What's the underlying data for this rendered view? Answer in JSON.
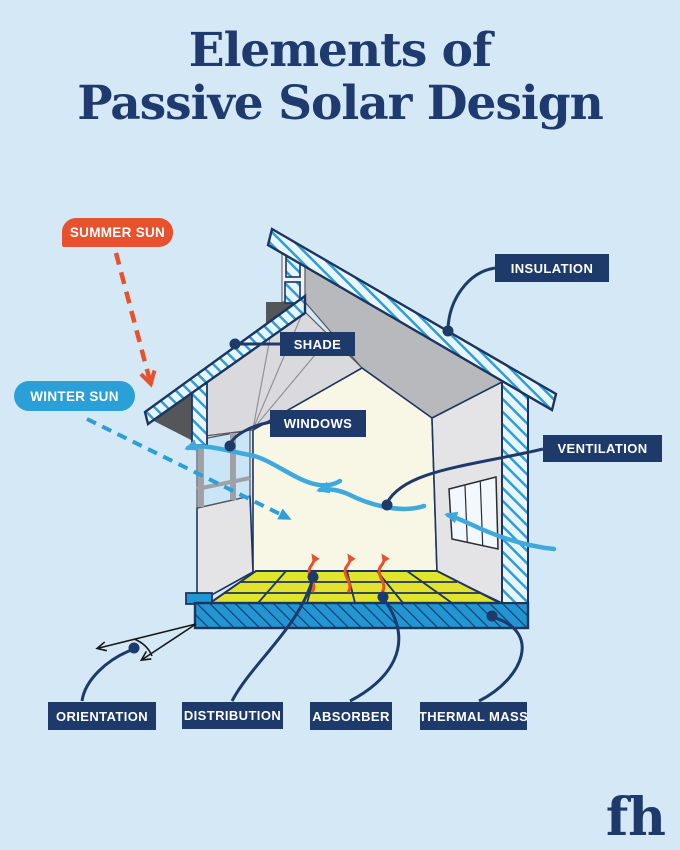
{
  "title": {
    "line1": "Elements of",
    "line2": "Passive Solar Design"
  },
  "callouts": {
    "summer_sun": "SUMMER SUN",
    "winter_sun": "WINTER SUN",
    "insulation": "INSULATION",
    "shade": "SHADE",
    "windows": "WINDOWS",
    "ventilation": "VENTILATION",
    "orientation": "ORIENTATION",
    "distribution": "DISTRIBUTION",
    "absorber": "ABSORBER",
    "thermal_mass": "THERMAL MASS"
  },
  "logo": "fh",
  "colors": {
    "background": "#d4e8f6",
    "navy": "#1e3a6b",
    "summer_orange": "#e8512d",
    "winter_blue": "#2ba0d8",
    "airflow_blue": "#3fa9dc",
    "floor_yellow": "#e3e32c",
    "slab_blue": "#2196d3",
    "wall_cream": "#f8f6e4",
    "ceiling_gray": "#b8b9bd",
    "shadow_gray": "#54565a"
  }
}
